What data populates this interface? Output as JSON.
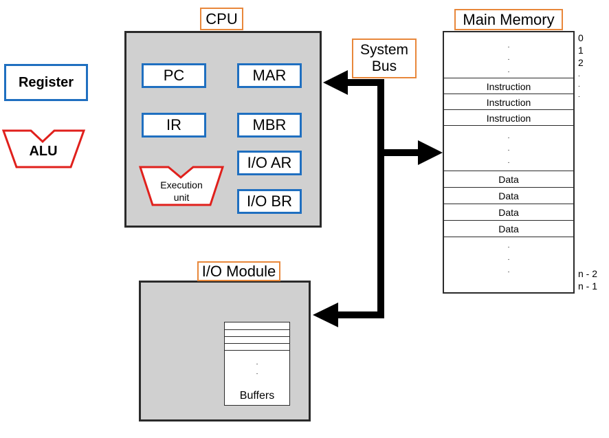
{
  "legend": {
    "register_label": "Register",
    "alu_label": "ALU"
  },
  "cpu": {
    "title": "CPU",
    "registers": {
      "pc": "PC",
      "ir": "IR",
      "mar": "MAR",
      "mbr": "MBR",
      "ioar": "I/O AR",
      "iobr": "I/O BR"
    },
    "execution_unit": [
      "Execution",
      "unit"
    ]
  },
  "bus": {
    "line1": "System",
    "line2": "Bus"
  },
  "memory": {
    "title": "Main Memory",
    "instructions": [
      "Instruction",
      "Instruction",
      "Instruction"
    ],
    "data": [
      "Data",
      "Data",
      "Data",
      "Data"
    ],
    "dots": ".",
    "addresses_top": [
      "0",
      "1",
      "2"
    ],
    "addresses_bottom": [
      "n - 2",
      "n - 1"
    ]
  },
  "io_module": {
    "title": "I/O Module",
    "buffers_label": "Buffers",
    "dots": "."
  },
  "colors": {
    "register_border": "#1f6fc0",
    "alu_border": "#e0201c",
    "title_border": "#e8873a",
    "panel_fill": "#d0d0d0"
  }
}
